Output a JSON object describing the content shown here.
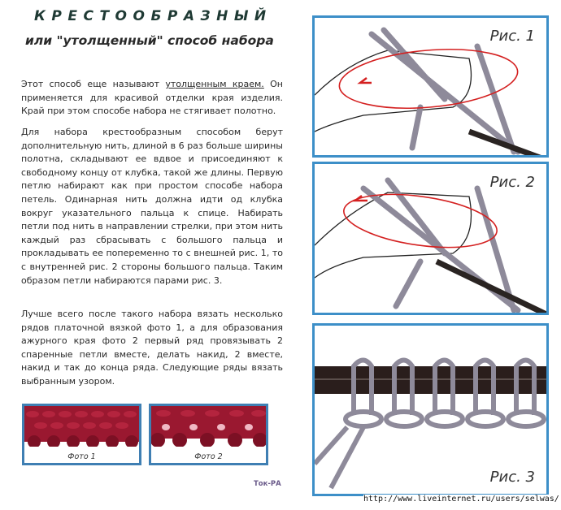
{
  "header": {
    "title": "КРЕСТООБРАЗНЫЙ",
    "subtitle": "или \"утолщенный\"  способ набора"
  },
  "paragraphs": {
    "p1_pre": "Этот способ еще называют ",
    "p1_underlined": "утолщенным краем.",
    "p1_post": " Он применяется для красивой отделки края изделия. Край при этом способе набора не стягивает полотно.",
    "p2": "Для набора крестообразным способом берут дополнительную нить, длиной в 6 раз больше ширины полотна, складывают ее вдвое и присоединяют к свободному концу от клубка, такой же длины. Первую петлю набирают как при простом способе набора петель. Одинарная нить должна идти  од клубка вокруг указательного пальца к спице. Набирать петли под нить в направлении стрелки, при этом нить каждый раз сбрасывать с большого пальца и прокладывать ее попеременно то с внешней рис. 1, то с внутренней рис. 2 стороны большого пальца. Таким образом петли набираются парами рис. 3.",
    "p3": "Лучше всего после такого набора  вязать несколько рядов платочной вязкой фото 1, а для образования ажурного края фото 2 первый ряд провязывать 2 спаренные петли вместе, делать накид, 2 вместе, накид и так до конца ряда. Следующие ряды вязать выбранным узором."
  },
  "photos": [
    {
      "caption": "Фото 1"
    },
    {
      "caption": "Фото 2"
    }
  ],
  "credit": "Ток-РА",
  "figures": [
    {
      "label": "Рис. 1"
    },
    {
      "label": "Рис. 2"
    },
    {
      "label": "Рис. 3"
    }
  ],
  "watermark_url": "http://www.liveinternet.ru/users/selwas/",
  "colors": {
    "frame": "#3d8fc8",
    "yarn": "#8e8a9a",
    "arrow": "#d42020",
    "knit": "#a01830"
  }
}
